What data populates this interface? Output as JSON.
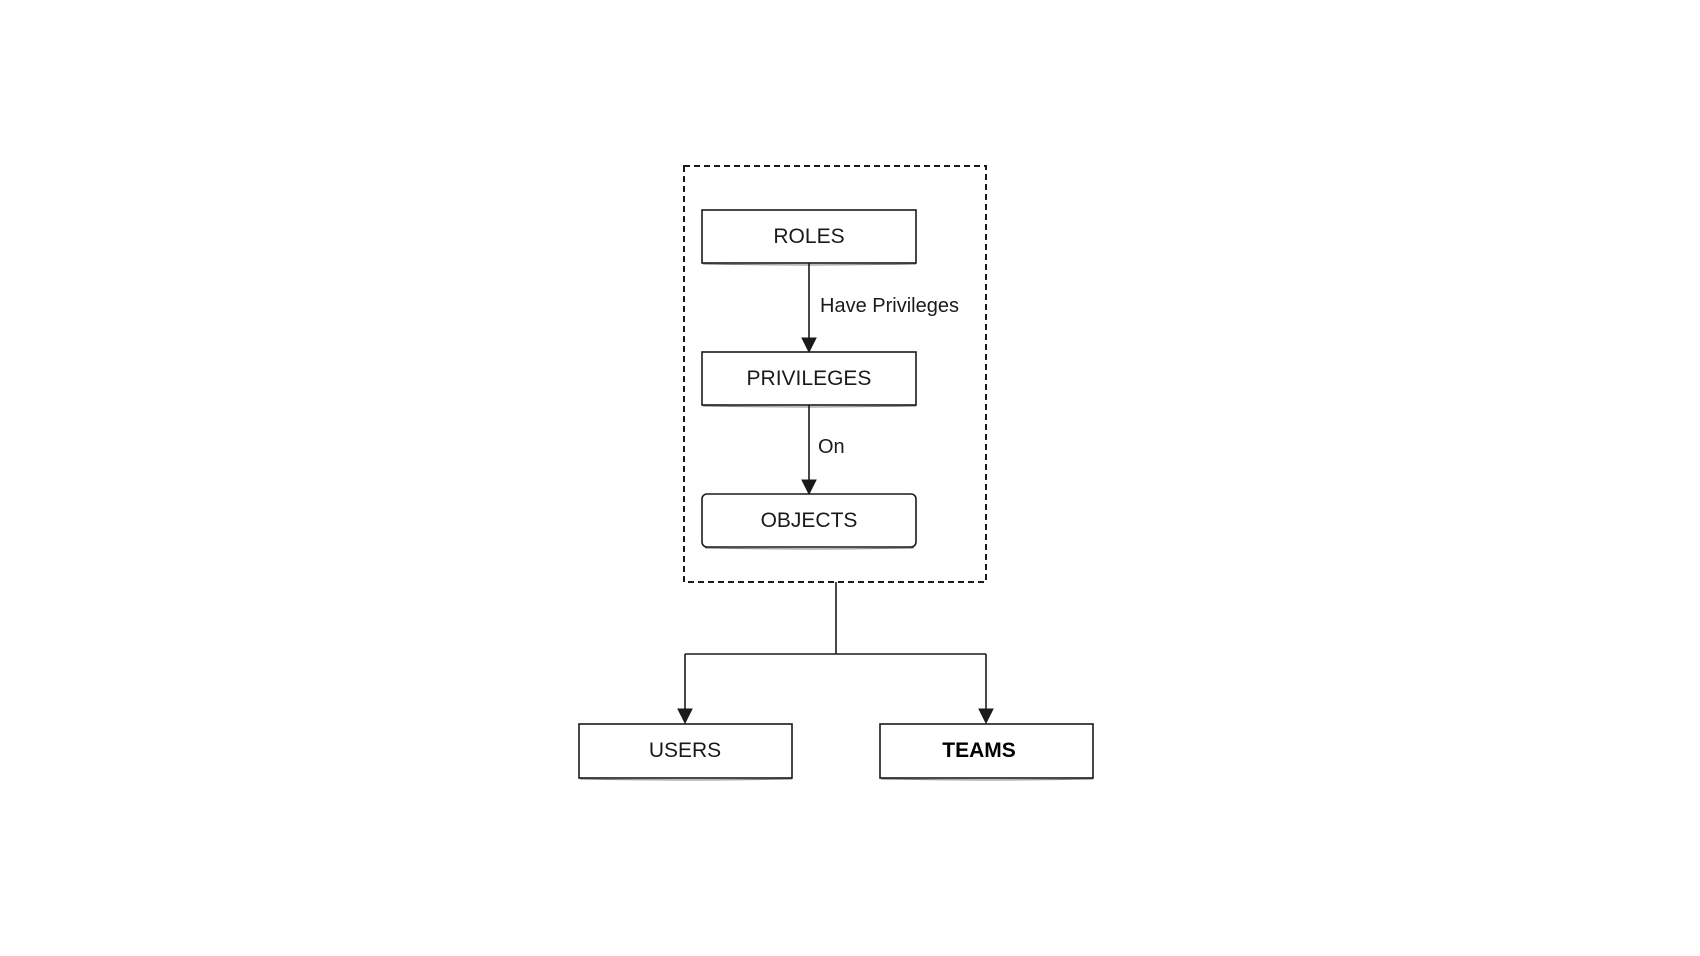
{
  "diagram": {
    "nodes": {
      "roles": "ROLES",
      "privileges": "PRIVILEGES",
      "objects": "OBJECTS",
      "users": "USERS",
      "teams": "TEAMS"
    },
    "edges": {
      "roles_to_privileges": "Have Privileges",
      "privileges_to_objects": "On"
    }
  }
}
